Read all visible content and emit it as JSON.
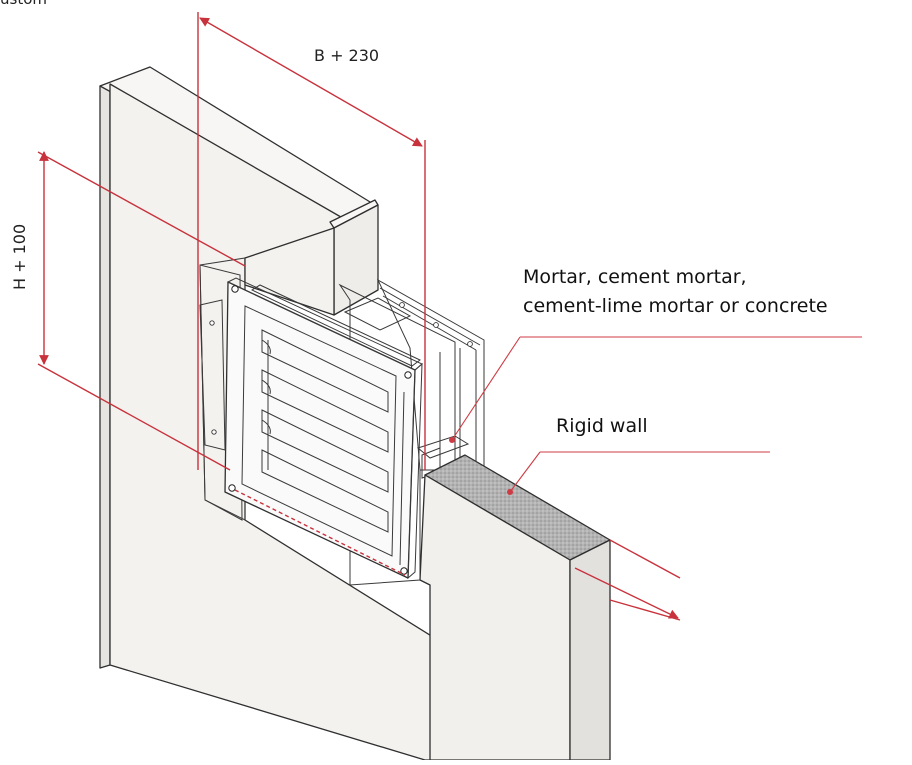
{
  "diagram": {
    "dimensions": {
      "width_label": "B + 230",
      "height_label": "H + 100"
    },
    "callouts": {
      "mortar_line1": "Mortar, cement mortar,",
      "mortar_line2": "cement-lime mortar or concrete",
      "rigid_wall": "Rigid wall"
    },
    "header_fragment": "ustom",
    "colors": {
      "dimension": "#c8323c",
      "wall_face": "#f2f1ef",
      "wall_side": "#e3e2df",
      "wall_section": "#b9b9b9",
      "outline": "#2f2f2f"
    }
  }
}
